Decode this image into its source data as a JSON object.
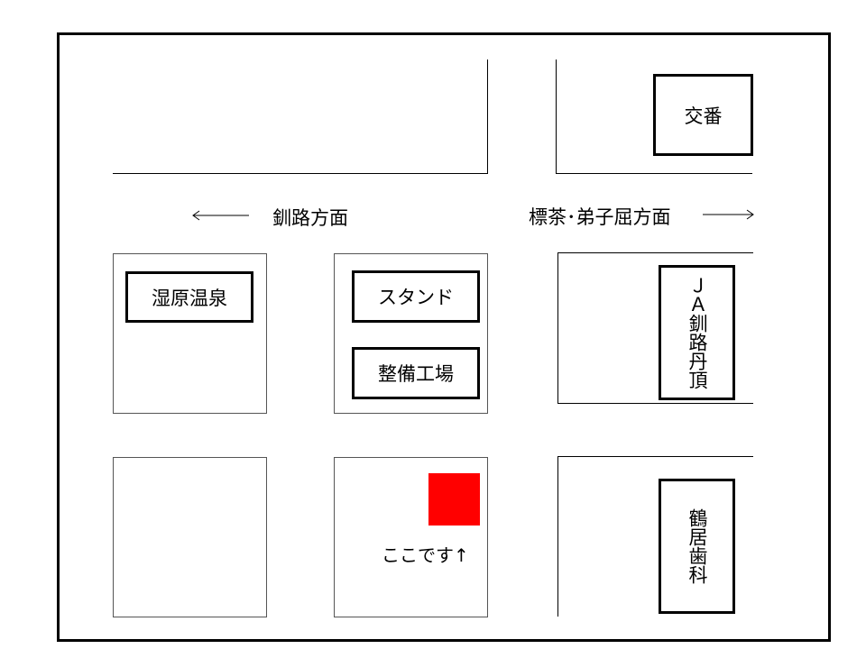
{
  "map": {
    "landmarks": {
      "police_box": "交番",
      "onsen": "湿原温泉",
      "gas_stand": "スタンド",
      "garage": "整備工場",
      "ja": "ＪＡ釧路丹頂",
      "dental": "鶴居歯科"
    },
    "roads": {
      "west_label": "釧路方面",
      "east_label": "標茶･弟子屈方面"
    },
    "here_label": "ここです",
    "here_arrow": "↑",
    "colors": {
      "marker": "#ff0000",
      "lines": "#000000"
    }
  }
}
